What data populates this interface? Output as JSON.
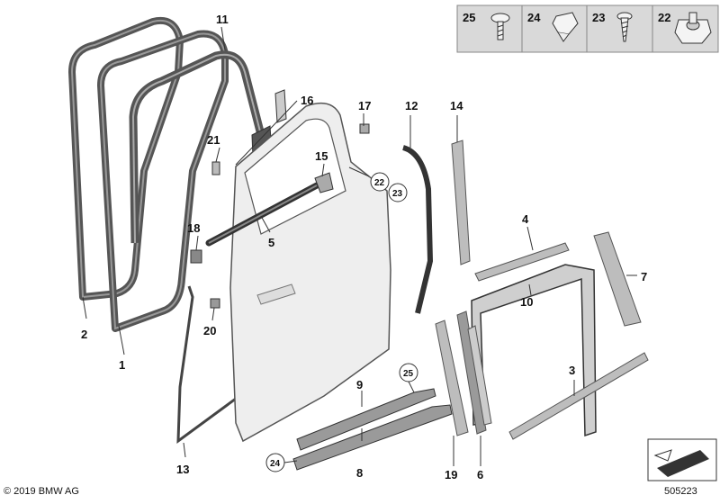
{
  "callouts": {
    "n1": "1",
    "n2": "2",
    "n3": "3",
    "n4": "4",
    "n5": "5",
    "n6": "6",
    "n7": "7",
    "n8": "8",
    "n9": "9",
    "n10": "10",
    "n11": "11",
    "n12": "12",
    "n13": "13",
    "n14": "14",
    "n15": "15",
    "n16": "16",
    "n17": "17",
    "n18": "18",
    "n19": "19",
    "n20": "20",
    "n21": "21"
  },
  "circled": {
    "c22": "22",
    "c23": "23",
    "c24": "24",
    "c25": "25"
  },
  "hardware_strip": [
    "25",
    "24",
    "23",
    "22"
  ],
  "footer": {
    "copyright": "© 2019 BMW AG",
    "diagram_id": "505223"
  },
  "colors": {
    "line": "#333333",
    "panel": "#eeeeee",
    "seal": "#555555",
    "trim": "#bdbdbd",
    "strip_bg": "#d9d9d9"
  }
}
